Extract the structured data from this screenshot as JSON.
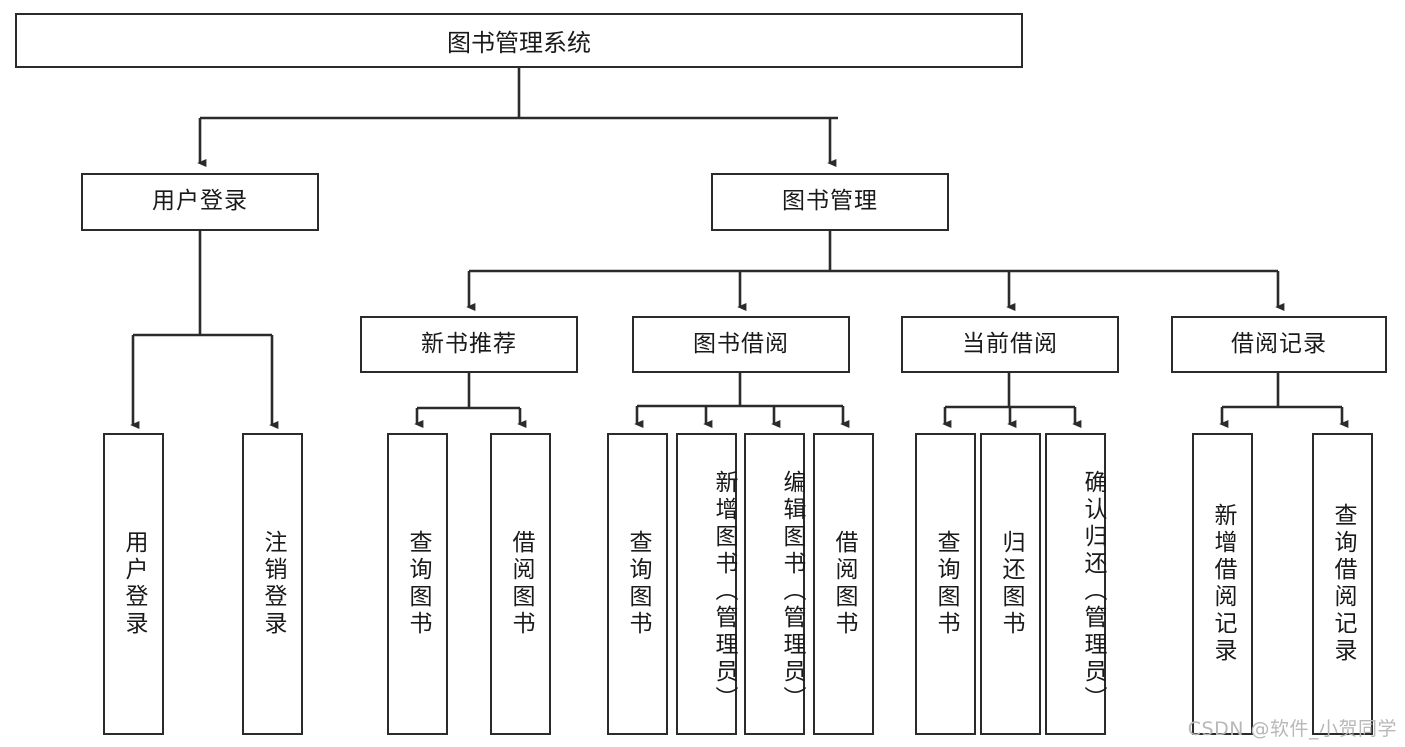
{
  "diagram": {
    "title": "图书管理系统",
    "type": "tree-hierarchy-diagram",
    "colors": {
      "border": "#2b2b2b",
      "background": "#ffffff",
      "text": "#1a1a1a",
      "watermark": "#b8b8b8"
    },
    "root": {
      "label": "图书管理系统"
    },
    "level2": [
      {
        "label": "用户登录"
      },
      {
        "label": "图书管理"
      }
    ],
    "level3": [
      {
        "label": "新书推荐"
      },
      {
        "label": "图书借阅"
      },
      {
        "label": "当前借阅"
      },
      {
        "label": "借阅记录"
      }
    ],
    "leaves": {
      "user_login": [
        {
          "label": "用户登录"
        },
        {
          "label": "注销登录"
        }
      ],
      "new_book": [
        {
          "label": "查询图书"
        },
        {
          "label": "借阅图书"
        }
      ],
      "book_borrow": [
        {
          "label": "查询图书"
        },
        {
          "label": "新增图书（管理员）"
        },
        {
          "label": "编辑图书（管理员）"
        },
        {
          "label": "借阅图书"
        }
      ],
      "current_borrow": [
        {
          "label": "查询图书"
        },
        {
          "label": "归还图书"
        },
        {
          "label": "确认归还（管理员）"
        }
      ],
      "borrow_record": [
        {
          "label": "新增借阅记录"
        },
        {
          "label": "查询借阅记录"
        }
      ]
    }
  },
  "watermark": {
    "text": "CSDN @软件_小贺同学"
  }
}
